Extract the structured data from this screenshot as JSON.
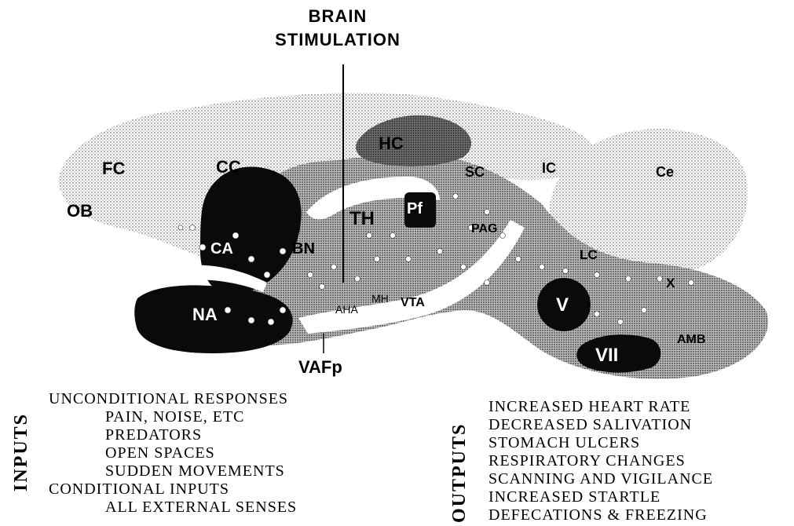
{
  "header": {
    "title_line1": "BRAIN",
    "title_line2": "STIMULATION"
  },
  "regions": {
    "OB": "OB",
    "FC": "FC",
    "CC": "CC",
    "CA": "CA",
    "NA": "NA",
    "BN": "BN",
    "TH": "TH",
    "HC": "HC",
    "Pf": "Pf",
    "SC": "SC",
    "IC": "IC",
    "Ce": "Ce",
    "PAG": "PAG",
    "LC": "LC",
    "X": "X",
    "V": "V",
    "VII": "VII",
    "AMB": "AMB",
    "AHA": "AHA",
    "MH": "MH",
    "VTA": "VTA",
    "VAFp": "VAFp"
  },
  "inputs": {
    "side_label": "INPUTS",
    "items": [
      {
        "text": "UNCONDITIONAL RESPONSES",
        "indent": false
      },
      {
        "text": "PAIN, NOISE, ETC",
        "indent": true
      },
      {
        "text": "PREDATORS",
        "indent": true
      },
      {
        "text": "OPEN SPACES",
        "indent": true
      },
      {
        "text": "SUDDEN MOVEMENTS",
        "indent": true
      },
      {
        "text": "CONDITIONAL INPUTS",
        "indent": false
      },
      {
        "text": "ALL EXTERNAL SENSES",
        "indent": true
      }
    ]
  },
  "outputs": {
    "side_label": "OUTPUTS",
    "items": [
      "INCREASED HEART RATE",
      "DECREASED SALIVATION",
      "STOMACH ULCERS",
      "RESPIRATORY CHANGES",
      "SCANNING AND VIGILANCE",
      "INCREASED STARTLE",
      "DEFECATIONS & FREEZING"
    ]
  }
}
